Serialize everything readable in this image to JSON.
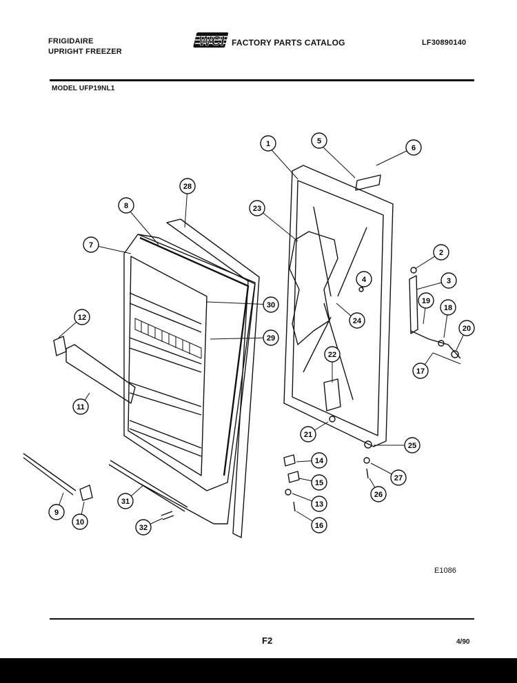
{
  "header": {
    "brand": "FRIGIDAIRE",
    "product": "UPRIGHT FREEZER",
    "logo_text": "WCI",
    "catalog_title": "FACTORY PARTS CATALOG",
    "catalog_number": "LF30890140",
    "model": "MODEL UFP19NL1"
  },
  "diagram": {
    "callouts": [
      "1",
      "2",
      "3",
      "4",
      "5",
      "6",
      "7",
      "8",
      "9",
      "10",
      "11",
      "12",
      "13",
      "14",
      "15",
      "16",
      "17",
      "18",
      "19",
      "20",
      "21",
      "22",
      "23",
      "24",
      "25",
      "26",
      "27",
      "28",
      "29",
      "30",
      "31",
      "32"
    ],
    "code": "E1086"
  },
  "footer": {
    "page": "F2",
    "date": "4/90"
  },
  "colors": {
    "ink": "#111111",
    "paper": "#ffffff"
  }
}
